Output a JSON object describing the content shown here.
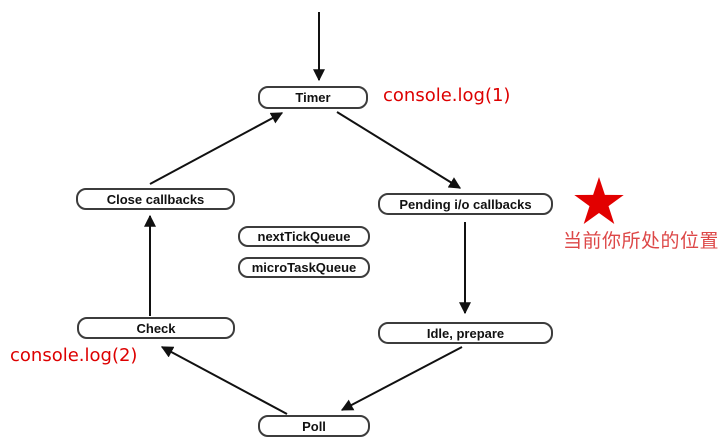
{
  "diagram": {
    "title": "node event loop diagram",
    "nodes": {
      "timer": {
        "label": "Timer"
      },
      "close_callbacks": {
        "label": "Close callbacks"
      },
      "pending_io": {
        "label": "Pending i/o callbacks"
      },
      "next_tick_queue": {
        "label": "nextTickQueue"
      },
      "micro_task_queue": {
        "label": "microTaskQueue"
      },
      "check": {
        "label": "Check"
      },
      "idle_prepare": {
        "label": "Idle, prepare"
      },
      "poll": {
        "label": "Poll"
      }
    },
    "annotations": {
      "console_log_1": "console.log(1)",
      "console_log_2": "console.log(2)",
      "current_position": "当前你所处的位置"
    },
    "colors": {
      "annotation_red": "#dd0000",
      "star_red": "#e20000",
      "position_text_red": "#dd4848",
      "node_border": "#3c3c3c",
      "arrow_black": "#111111",
      "background": "#ffffff"
    },
    "flow_edges": [
      "start -> Timer",
      "Close callbacks -> Timer",
      "Timer -> Pending i/o callbacks",
      "Pending i/o callbacks -> Idle, prepare",
      "Idle, prepare -> Poll",
      "Poll -> Check",
      "Check -> Close callbacks"
    ]
  }
}
